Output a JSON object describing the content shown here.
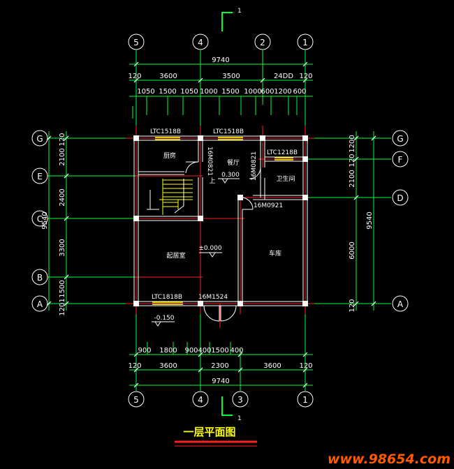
{
  "drawing": {
    "title": "一层平面图",
    "watermark": "www.98654.com",
    "section_mark": "1",
    "colors": {
      "background": "#000000",
      "green": "#00ff33",
      "white": "#ffffff",
      "red": "#ff2020",
      "yellow": "#ffff00",
      "watermark": "#ff5a00"
    }
  },
  "axes": {
    "top": [
      "5",
      "4",
      "2",
      "1"
    ],
    "bottom": [
      "5",
      "4",
      "3",
      "1"
    ],
    "left": [
      "G",
      "E",
      "C",
      "B",
      "A"
    ],
    "right": [
      "G",
      "F",
      "D",
      "A"
    ]
  },
  "dims": {
    "top_total": "9740",
    "top_mid": [
      "120",
      "3600",
      "3500",
      "24DD",
      "120"
    ],
    "top_detail": [
      "1050",
      "1500",
      "1050",
      "1000",
      "1500",
      "1000",
      "600",
      "1200",
      "600"
    ],
    "bottom_detail": [
      "900",
      "1800",
      "900",
      "400",
      "1500",
      "400"
    ],
    "bottom_mid": [
      "120",
      "3600",
      "2300",
      "3600",
      "120"
    ],
    "bottom_total": "9740",
    "left_segments": [
      "120",
      "2100",
      "2400",
      "3300",
      "1500",
      "1201"
    ],
    "left_total": "9540",
    "right_segments": [
      "1200",
      "120",
      "2100",
      "6000",
      "120"
    ],
    "right_total": "9540"
  },
  "rooms": {
    "kitchen": "厨房",
    "dining": "餐厅",
    "bathroom": "卫生间",
    "living": "起居室",
    "garage": "车库"
  },
  "tags": {
    "win_kitchen": "LTC1518B",
    "win_dining": "LTC1518B",
    "win_bath": "LTC1218B",
    "win_living": "LTC1818B",
    "door_kitchen": "16M0821",
    "door_bath": "16M0821",
    "door_garage": "16M0921",
    "door_entry": "16M1524",
    "elev_dining": "0.300",
    "elev_living": "±0.000",
    "elev_outside": "-0.150",
    "stair_up": "上"
  }
}
